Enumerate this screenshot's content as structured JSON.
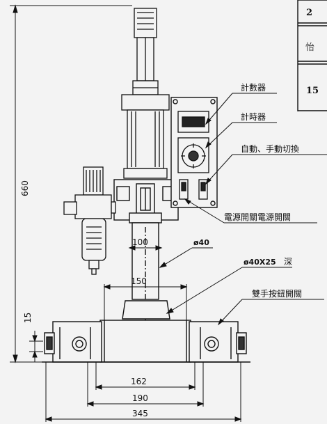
{
  "labels": {
    "counter": "計數器",
    "timer": "計時器",
    "auto_manual_switch": "自動、手動切換",
    "power_switch": "電源開關電源開關",
    "dual_button_switch": "雙手按鈕開關"
  },
  "dimensions": {
    "overall_height": "660",
    "base_height": "15",
    "width_100": "100",
    "dia_40": "ø40",
    "width_150": "150",
    "hole_40x25": "ø40X25",
    "hole_depth_suffix": "深",
    "width_162": "162",
    "width_190": "190",
    "width_345": "345"
  },
  "table": {
    "row1": "2",
    "row2": "怡",
    "row3": "15"
  }
}
